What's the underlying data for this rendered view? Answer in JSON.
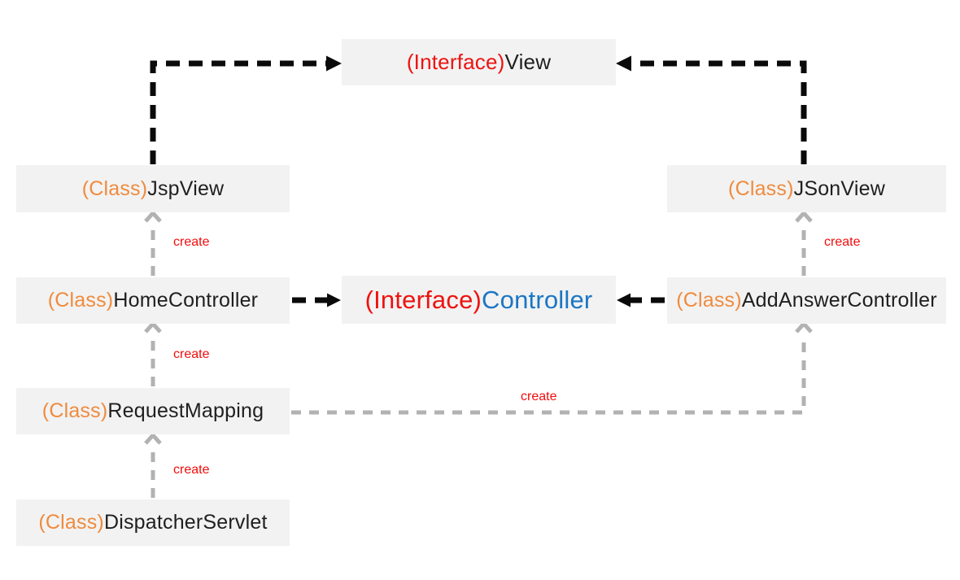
{
  "colors": {
    "box_bg": "#f2f2f2",
    "interface_red": "#ed1310",
    "class_orange": "#ef8b3e",
    "controller_blue": "#1b76c4",
    "name_text": "#1f1f1f",
    "create_red": "#f20c0c",
    "black_arrow": "#0a0a0a",
    "gray_arrow": "#b2b2b2",
    "canvas_bg": "#ffffff"
  },
  "nodes": {
    "view": {
      "stereotype": "(Interface)",
      "name": "View"
    },
    "jspview": {
      "stereotype": "(Class)",
      "name": "JspView"
    },
    "jsonview": {
      "stereotype": "(Class)",
      "name": "JSonView"
    },
    "homecontroller": {
      "stereotype": "(Class)",
      "name": "HomeController"
    },
    "controller": {
      "stereotype": "(Interface)",
      "name": "Controller"
    },
    "addanswercontroller": {
      "stereotype": "(Class)",
      "name": "AddAnswerController"
    },
    "requestmapping": {
      "stereotype": "(Class)",
      "name": "RequestMapping"
    },
    "dispatcherservlet": {
      "stereotype": "(Class)",
      "name": "DispatcherServlet"
    }
  },
  "edges": [
    {
      "from": "jspview",
      "to": "view",
      "type": "implements",
      "label": ""
    },
    {
      "from": "jsonview",
      "to": "view",
      "type": "implements",
      "label": ""
    },
    {
      "from": "homecontroller",
      "to": "controller",
      "type": "implements",
      "label": ""
    },
    {
      "from": "addanswercontroller",
      "to": "controller",
      "type": "implements",
      "label": ""
    },
    {
      "from": "homecontroller",
      "to": "jspview",
      "type": "create",
      "label": "create"
    },
    {
      "from": "requestmapping",
      "to": "homecontroller",
      "type": "create",
      "label": "create"
    },
    {
      "from": "dispatcherservlet",
      "to": "requestmapping",
      "type": "create",
      "label": "create"
    },
    {
      "from": "addanswercontroller",
      "to": "jsonview",
      "type": "create",
      "label": "create"
    },
    {
      "from": "requestmapping",
      "to": "addanswercontroller",
      "type": "create",
      "label": "create"
    }
  ]
}
